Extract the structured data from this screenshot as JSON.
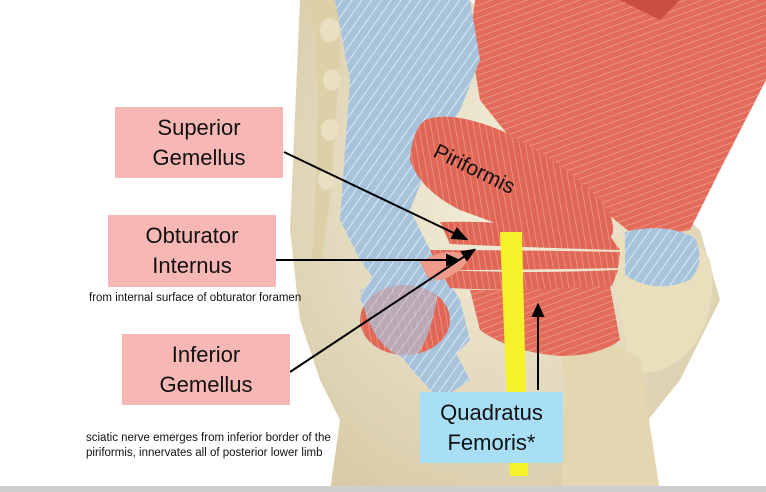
{
  "labels": {
    "superior_gemellus": "Superior\nGemellus",
    "obturator_internus": "Obturator\nInternus",
    "inferior_gemellus": "Inferior\nGemellus",
    "quadratus_femoris": "Quadratus\nFemoris*",
    "piriformis": "Piriformis"
  },
  "notes": {
    "obturator_internus_origin": "from internal surface of obturator foramen",
    "sciatic_nerve": "sciatic nerve emerges from inferior border of the\npiriformis, innervates all of posterior lower limb"
  },
  "colors": {
    "muscle_label_bg": "#f7b7b4",
    "quadratus_label_bg": "#a9dff6",
    "sciatic_nerve": "#f6f22a",
    "muscle": "#e06a58",
    "ligament": "#9fbfdc",
    "bone": "#ece4c8"
  }
}
